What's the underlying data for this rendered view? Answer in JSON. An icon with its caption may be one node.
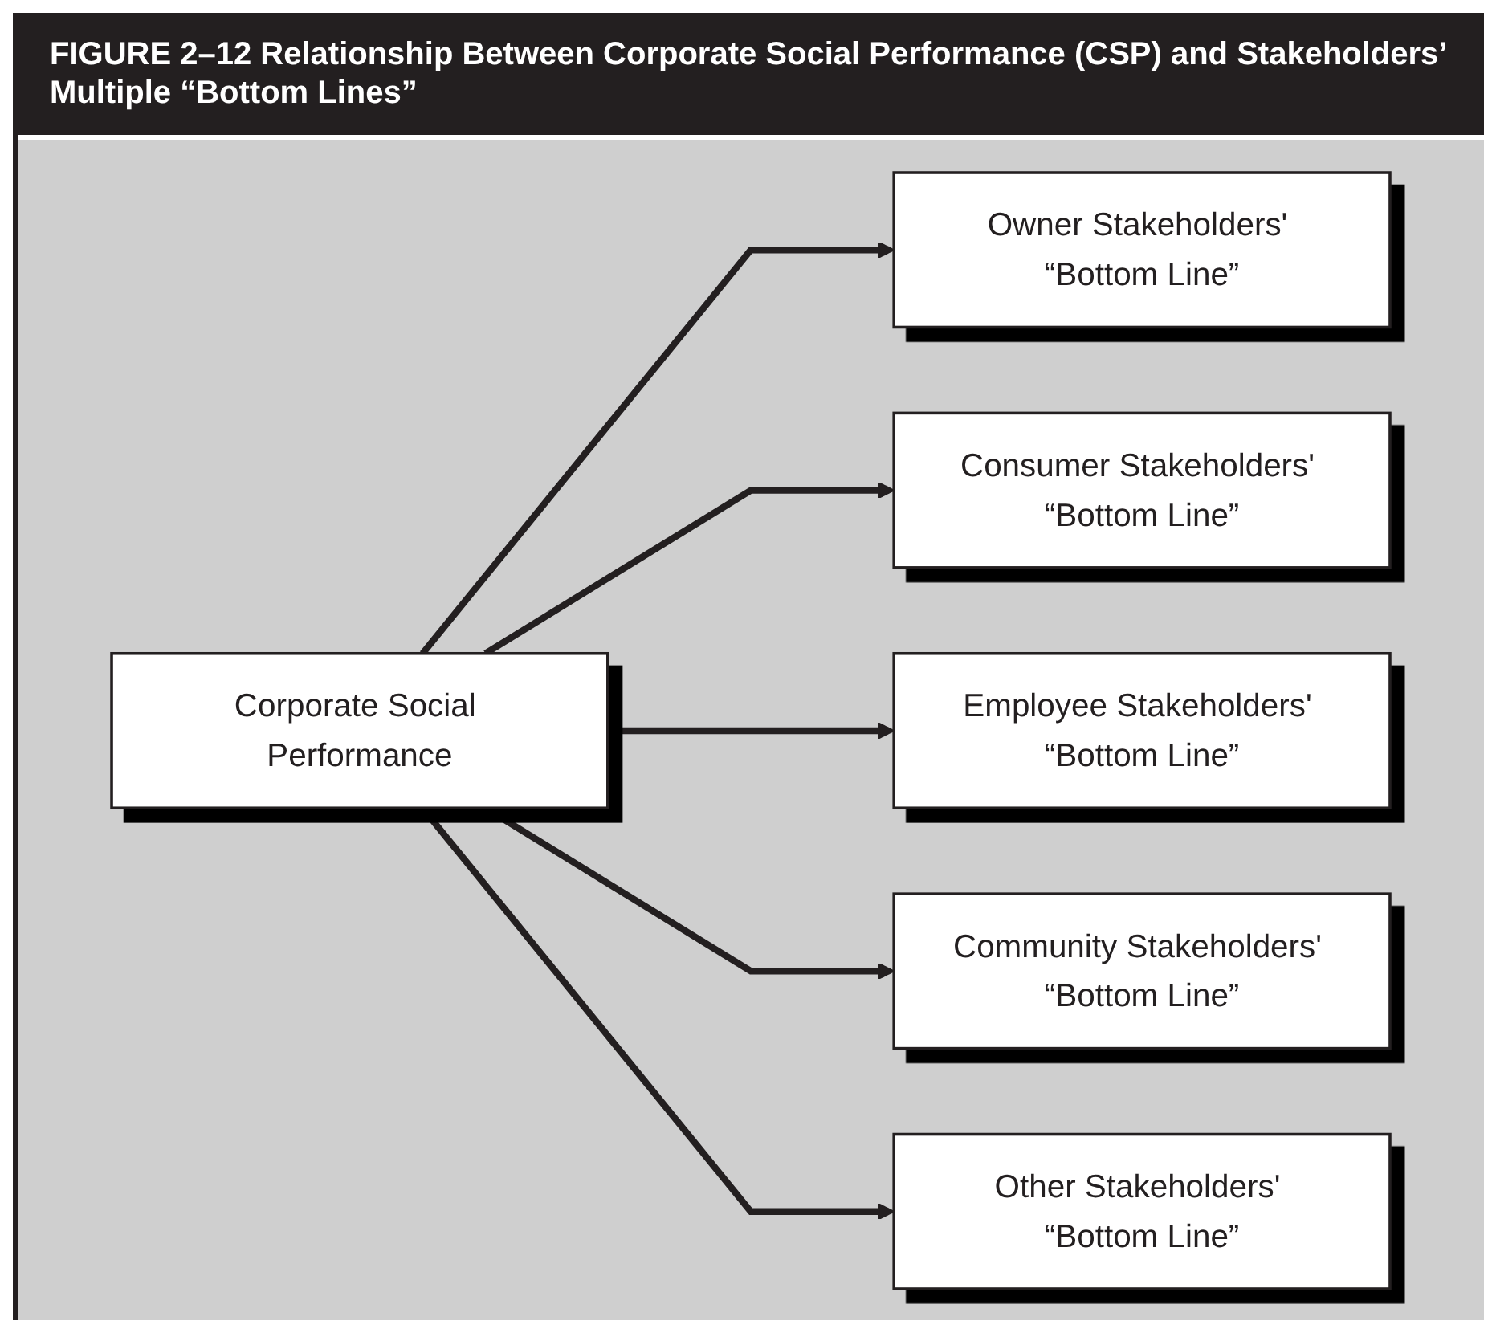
{
  "diagram": {
    "title": "FIGURE 2–12 Relationship Between Corporate Social Performance (CSP) and Stakeholders’ Multiple “Bottom Lines”",
    "nodes": [
      {
        "text": [
          "Corporate Social Performance"
        ]
      },
      {
        "text": [
          "Owner Stakeholders' “Bottom Line”"
        ]
      },
      {
        "text": [
          "Consumer Stakeholders' “Bottom Line”"
        ]
      },
      {
        "text": [
          "Employee Stakeholders' “Bottom Line”"
        ]
      },
      {
        "text": [
          "Community Stakeholders' “Bottom Line”"
        ]
      },
      {
        "text": [
          "Other Stakeholders' “Bottom Line”"
        ]
      }
    ],
    "edges": [
      {
        "from": 0,
        "to": 1,
        "arrow": "to"
      },
      {
        "from": 0,
        "to": 2,
        "arrow": "to"
      },
      {
        "from": 0,
        "to": 3,
        "arrow": "to"
      },
      {
        "from": 0,
        "to": 4,
        "arrow": "to"
      },
      {
        "from": 0,
        "to": 5,
        "arrow": "to"
      }
    ]
  }
}
